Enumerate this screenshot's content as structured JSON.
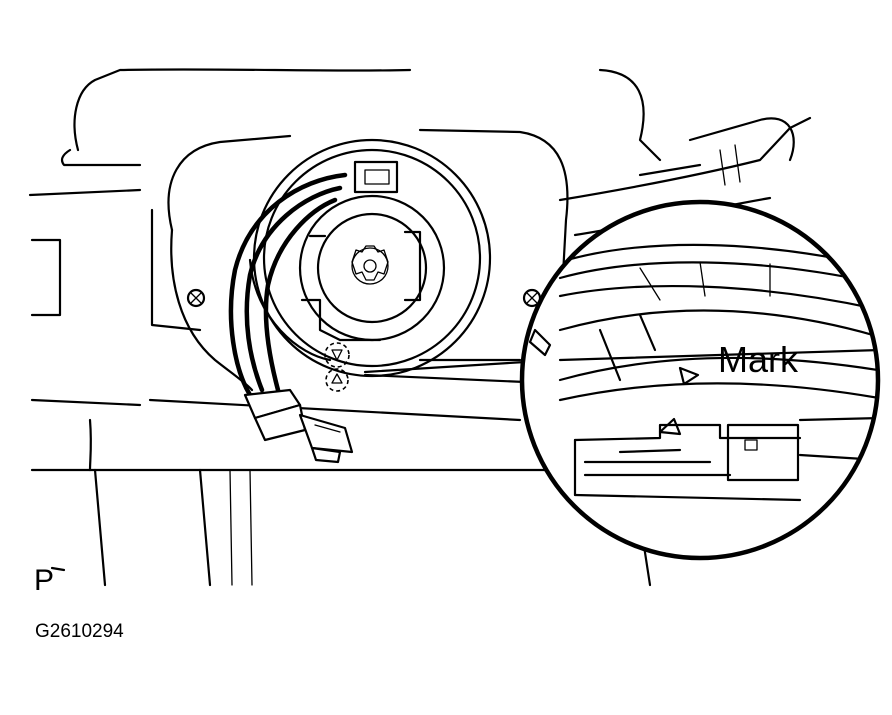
{
  "diagram": {
    "callout_label": "Mark",
    "view_letter": "P",
    "figure_code": "G2610294"
  }
}
